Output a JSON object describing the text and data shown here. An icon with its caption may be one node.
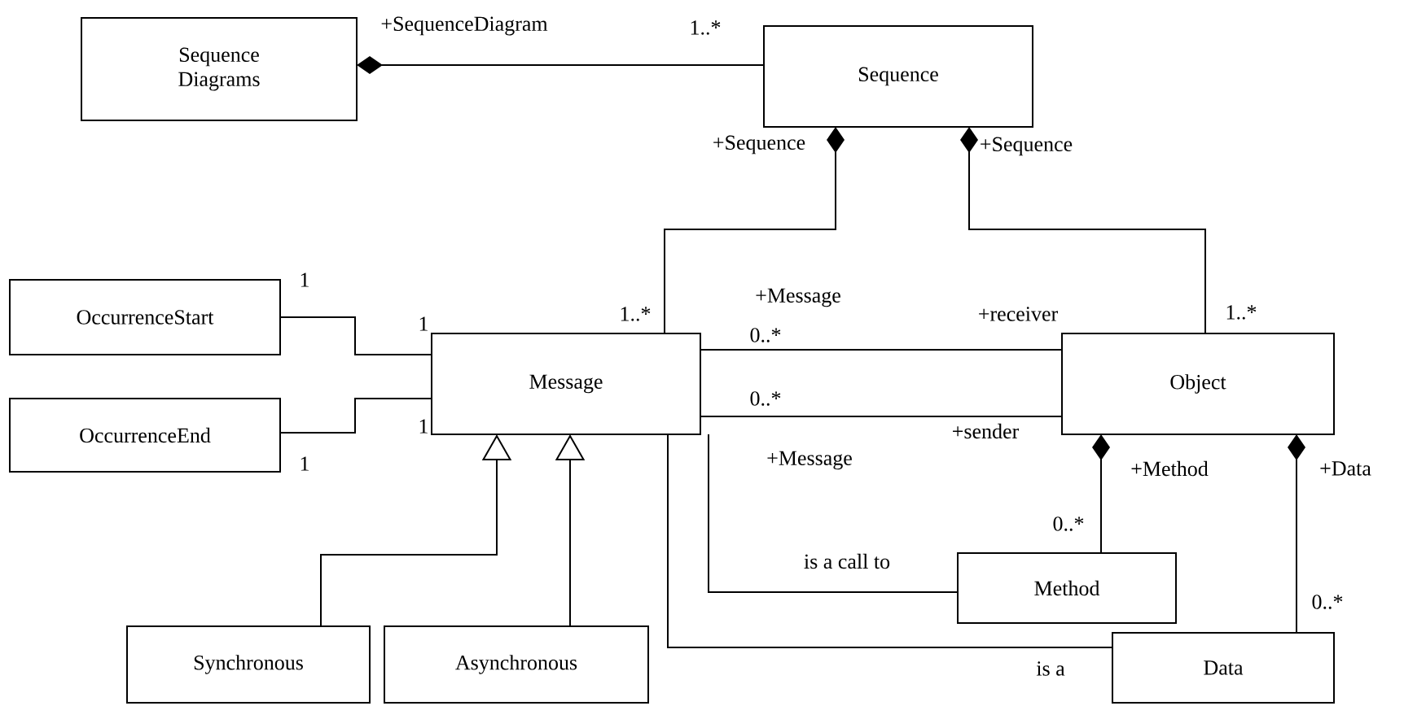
{
  "diagram": {
    "nodes": [
      {
        "text": [
          "Sequence Diagrams"
        ]
      },
      {
        "text": [
          "Sequence"
        ]
      },
      {
        "text": [
          "OccurrenceStart"
        ]
      },
      {
        "text": [
          "OccurrenceEnd"
        ]
      },
      {
        "text": [
          "Message"
        ]
      },
      {
        "text": [
          "Object"
        ]
      },
      {
        "text": [
          "Synchronous"
        ]
      },
      {
        "text": [
          "Asynchronous"
        ]
      },
      {
        "text": [
          "Method"
        ]
      },
      {
        "text": [
          "Data"
        ]
      }
    ],
    "edges": [
      {
        "from": 0,
        "to": 1,
        "arrow": "other"
      },
      {
        "from": 1,
        "to": 4,
        "arrow": "other"
      },
      {
        "from": 1,
        "to": 5,
        "arrow": "other"
      },
      {
        "from": 2,
        "to": 4,
        "arrow": "none"
      },
      {
        "from": 3,
        "to": 4,
        "arrow": "none"
      },
      {
        "from": 4,
        "to": 5,
        "arrow": "none"
      },
      {
        "from": 4,
        "to": 5,
        "arrow": "none"
      },
      {
        "from": 5,
        "to": 8,
        "arrow": "other"
      },
      {
        "from": 5,
        "to": 9,
        "arrow": "other"
      },
      {
        "from": 6,
        "to": 4,
        "arrow": "to"
      },
      {
        "from": 7,
        "to": 4,
        "arrow": "to"
      },
      {
        "from": 4,
        "to": 8,
        "arrow": "none",
        "label": "is a call to"
      },
      {
        "from": 4,
        "to": 9,
        "arrow": "none",
        "label": "is a"
      }
    ],
    "labels": [
      "+SequenceDiagram",
      "1..*",
      "+Sequence",
      "+Sequence",
      "1",
      "+Message",
      "1..*",
      "+receiver",
      "1..*",
      "1",
      "0..*",
      "0..*",
      "1",
      "+sender",
      "1",
      "+Message",
      "+Method",
      "+Data",
      "0..*",
      "0..*"
    ]
  }
}
